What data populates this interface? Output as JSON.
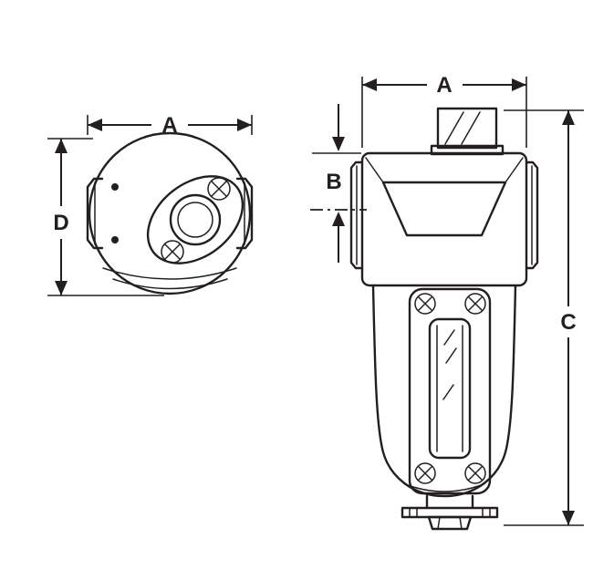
{
  "page": {
    "background": "#ffffff"
  },
  "diagram": {
    "type": "technical-dimension-drawing",
    "subject": "pneumatic-inline-filter-two-views",
    "views": {
      "top_view": {
        "dim_width_label": "A",
        "dim_height_label": "D"
      },
      "front_view": {
        "dim_width_label": "A",
        "dim_port_centerline_label": "B",
        "dim_overall_height_label": "C"
      }
    },
    "colors": {
      "line": "#231f20",
      "background": "#ffffff"
    }
  }
}
